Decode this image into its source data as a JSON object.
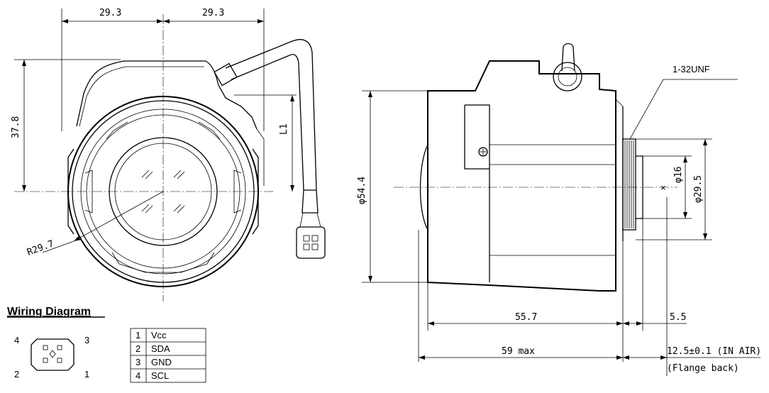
{
  "front_view": {
    "dim_half_width_left": "29.3",
    "dim_half_width_right": "29.3",
    "dim_height": "37.8",
    "dim_cable_length": "L1",
    "dim_radius": "R29.7"
  },
  "side_view": {
    "thread_label": "1-32UNF",
    "dim_outer_diameter": "φ54.4",
    "dim_inner_diameter": "φ16",
    "dim_mount_diameter": "φ29.5",
    "dim_body_length": "55.7",
    "dim_flange": "5.5",
    "dim_max_length": "59 max",
    "dim_flange_back": "12.5±0.1 (IN AIR)",
    "flange_back_note": "(Flange back)"
  },
  "wiring": {
    "title": "Wiring Diagram",
    "pin_labels": {
      "p4": "4",
      "p3": "3",
      "p2": "2",
      "p1": "1"
    },
    "table": [
      {
        "pin": "1",
        "signal": "Vcc"
      },
      {
        "pin": "2",
        "signal": "SDA"
      },
      {
        "pin": "3",
        "signal": "GND"
      },
      {
        "pin": "4",
        "signal": "SCL"
      }
    ]
  }
}
